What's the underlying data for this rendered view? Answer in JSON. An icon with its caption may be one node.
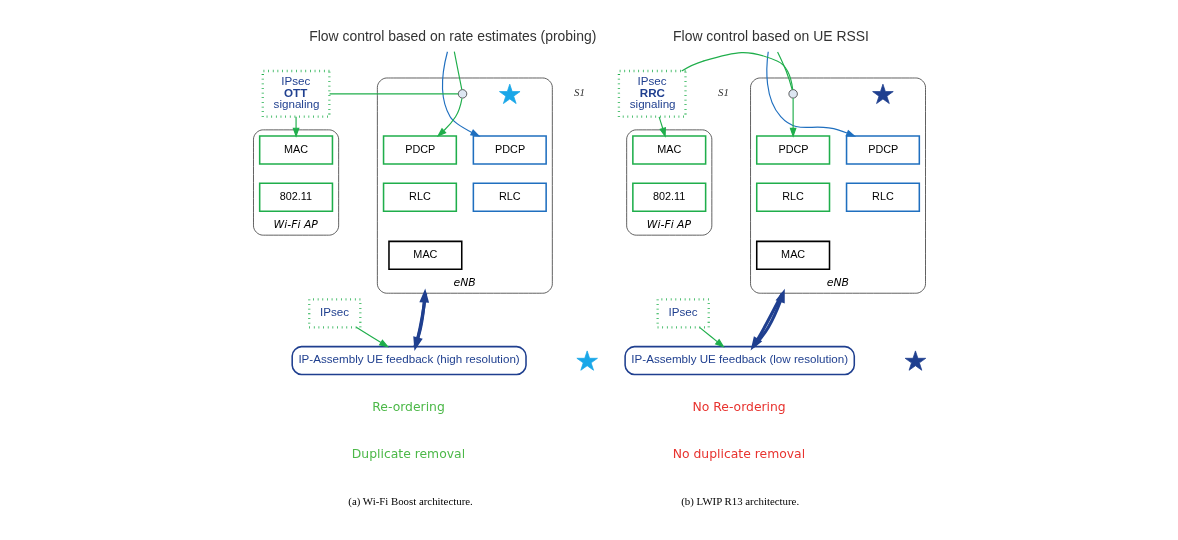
{
  "diagram": {
    "nodes": [
      {
        "text": [
          "Flow control based on rate estimates (probing)"
        ]
      },
      {
        "text": [
          "eNB"
        ]
      },
      {
        "text": [
          "PDCP"
        ],
        "in": 1
      },
      {
        "text": [
          "PDCP"
        ],
        "in": 1
      },
      {
        "text": [
          "RLC"
        ],
        "in": 1
      },
      {
        "text": [
          "RLC"
        ],
        "in": 1
      },
      {
        "text": [
          "MAC"
        ],
        "in": 1
      },
      {
        "text": [],
        "shape": "star",
        "in": 1
      },
      {
        "text": [],
        "shape": "circle",
        "in": 1
      },
      {
        "text": [
          "IPsec **OTT** signaling"
        ]
      },
      {
        "text": [
          "Wi-Fi AP"
        ]
      },
      {
        "text": [
          "MAC"
        ],
        "in": 10
      },
      {
        "text": [
          "802.11"
        ],
        "in": 10
      },
      {
        "text": [
          "IPsec"
        ]
      },
      {
        "text": [
          "IP-Assembly UE feedback (high resolution)"
        ]
      },
      {
        "text": [],
        "shape": "star"
      },
      {
        "text": [
          "Flow control based on UE RSSI"
        ]
      },
      {
        "text": [
          "eNB"
        ]
      },
      {
        "text": [
          "PDCP"
        ],
        "in": 17
      },
      {
        "text": [
          "PDCP"
        ],
        "in": 17
      },
      {
        "text": [
          "RLC"
        ],
        "in": 17
      },
      {
        "text": [
          "RLC"
        ],
        "in": 17
      },
      {
        "text": [
          "MAC"
        ],
        "in": 17
      },
      {
        "text": [],
        "shape": "star",
        "in": 17
      },
      {
        "text": [],
        "shape": "circle",
        "in": 17
      },
      {
        "text": [
          "IPsec **RRC** signaling"
        ]
      },
      {
        "text": [
          "Wi-Fi AP"
        ]
      },
      {
        "text": [
          "MAC"
        ],
        "in": 26
      },
      {
        "text": [
          "802.11"
        ],
        "in": 26
      },
      {
        "text": [
          "IPsec"
        ]
      },
      {
        "text": [
          "IP-Assembly UE feedback (low resolution)"
        ]
      },
      {
        "text": [],
        "shape": "star"
      }
    ],
    "edges": [
      {
        "from": 0,
        "to": 2,
        "arrow": "to",
        "color": "#1f6fbf"
      },
      {
        "from": 0,
        "to": 8,
        "arrow": "none"
      },
      {
        "from": 8,
        "to": 3,
        "arrow": "to"
      },
      {
        "from": 9,
        "to": 8,
        "arrow": "none"
      },
      {
        "from": 9,
        "to": 11,
        "arrow": "to"
      },
      {
        "from": 1,
        "to": 14,
        "arrow": "to",
        "style": "thick",
        "color": "#1f3f8f"
      },
      {
        "from": 14,
        "to": 1,
        "arrow": "to",
        "style": "thick",
        "color": "#1f3f8f"
      },
      {
        "from": 13,
        "to": 14,
        "arrow": "to"
      },
      {
        "from": 16,
        "to": 18,
        "arrow": "to",
        "color": "#1f6fbf"
      },
      {
        "from": 16,
        "to": 24,
        "arrow": "none"
      },
      {
        "from": 24,
        "to": 19,
        "arrow": "to"
      },
      {
        "from": 25,
        "to": 24,
        "arrow": "none"
      },
      {
        "from": 25,
        "to": 27,
        "arrow": "to"
      },
      {
        "from": 17,
        "to": 30,
        "arrow": "to",
        "style": "thick",
        "color": "#1f3f8f"
      },
      {
        "from": 30,
        "to": 17,
        "arrow": "to",
        "style": "thick",
        "color": "#1f3f8f"
      },
      {
        "from": 29,
        "to": 30,
        "arrow": "to"
      }
    ],
    "labels": [
      "S1",
      "Re-ordering",
      "Duplicate removal",
      "(a) Wi-Fi Boost architecture.",
      "S1",
      "No Re-ordering",
      "No duplicate removal",
      "(b) LWIP R13 architecture."
    ]
  }
}
